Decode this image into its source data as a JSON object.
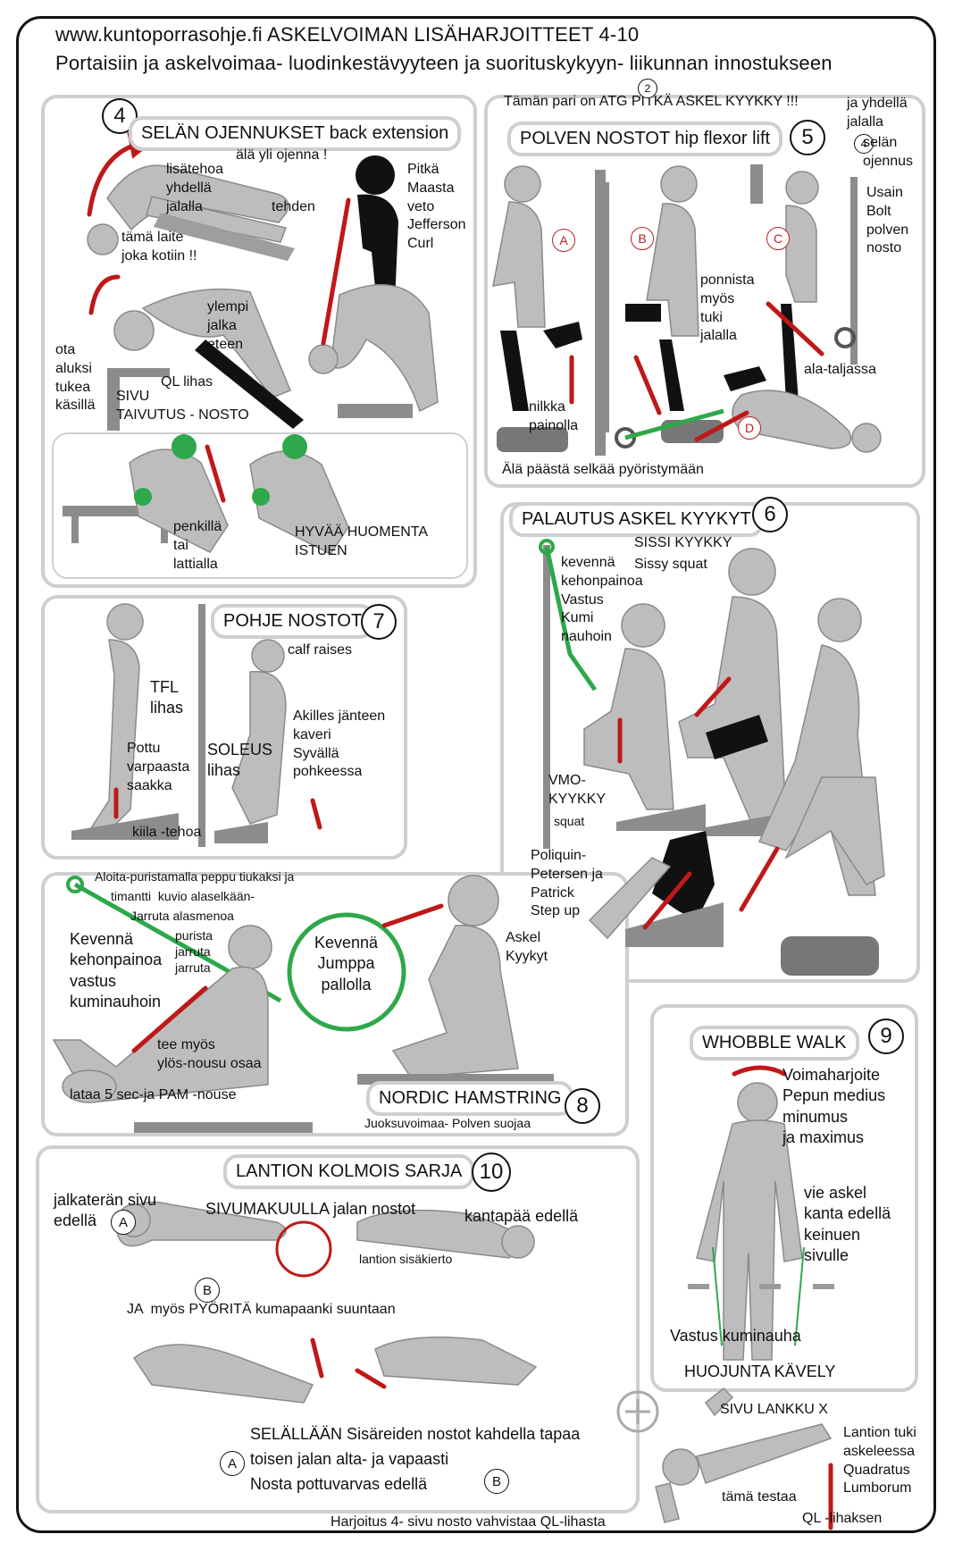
{
  "header": {
    "line1": "www.kuntoporrasohje.fi ASKELVOIMAN LISÄHARJOITTEET 4-10",
    "line2": "Portaisiin ja askelvoimaa- luodinkestävyyteen ja suorituskykyyn- liikunnan innostukseen"
  },
  "p4": {
    "num": "4",
    "title": "SELÄN OJENNUKSET back extension",
    "warn": "älä yli ojenna !",
    "t1": "lisätehoa\nyhdellä\njalalla",
    "t2": "tehden",
    "t3": "tämä laite\njoka kotiin !!",
    "t4": "Pitkä\nMaasta\nveto\nJefferson\nCurl",
    "t5": "ylempi\njalka\neteen",
    "t6": "ota\naluksi\ntukea\nkäsillä",
    "t7": "QL lihas",
    "t8": "SIVU\nTAIVUTUS - NOSTO",
    "t9": "penkillä\ntai\nlattialla",
    "t10": "HYVÄÄ HUOMENTA\nISTUEN"
  },
  "p5": {
    "num": "5",
    "top": "Tämän pari on ATG PITKÄ ASKEL KYYKKY !!!",
    "top_num": "2",
    "title": "POLVEN NOSTOT hip flexor lift",
    "side1": "ja yhdellä\njalalla",
    "side_num": "4",
    "side2": "selän\nojennus",
    "bolt": "Usain\nBolt\npolven\nnosto",
    "push": "ponnista\nmyös\ntuki\njalalla",
    "pulley": "ala-taljassa",
    "ankle": "nilkka\npainolla",
    "bottom": "Älä päästä selkää pyöristymään",
    "labels": [
      "A",
      "B",
      "C",
      "D"
    ]
  },
  "p6": {
    "num": "6",
    "title": "PALAUTUS ASKEL KYYKYT",
    "sissi1": "SISSI KYYKKY",
    "sissi2": "Sissy squat",
    "t1": "kevennä\nkehonpainoa\nVastus\nKumi\nnauhoin",
    "vmo": "VMO-\nKYYKKY",
    "squat": "squat",
    "poliquin": "Poliquin-\nPetersen ja\nPatrick\nStep up",
    "askel": "Askel\nKyykyt"
  },
  "p7": {
    "num": "7",
    "title": "POHJE NOSTOT",
    "sub": "calf raises",
    "tfl": "TFL\nlihas",
    "pottu": "Pottu\nvarpaasta\nsaakka",
    "soleus": "SOLEUS\nlihas",
    "akilles": "Akilles jänteen\nkaveri\nSyvällä\npohkeessa",
    "kiila": "kiila -tehoa"
  },
  "p8": {
    "num": "8",
    "top1": "Aloita-puristamalla peppu tiukaksi ja",
    "top2": "timantti  kuvio alaselkään-",
    "top3": "Jarruta alasmenoa",
    "t1": "Kevennä\nkehonpainoa\nvastus\nkuminauhoin",
    "t2": "purista\njarruta\njarruta",
    "ball": "Kevennä\nJumppa\npallolla",
    "also": "tee myös\nylös-nousu osaa",
    "lataa": "lataa 5 sec-ja PAM -nouse",
    "title": "NORDIC HAMSTRING",
    "sub": "Juoksuvoimaa- Polven suojaa"
  },
  "p9": {
    "num": "9",
    "title": "WHOBBLE WALK",
    "t1": "Voimaharjoite\nPepun medius\nminumus\nja maximus",
    "t2": "vie askel\nkanta edellä\nkeinuen\nsivulle",
    "band": "Vastus kuminauha",
    "footer": "HUOJUNTA KÄVELY"
  },
  "p10": {
    "num": "10",
    "title": "LANTION KOLMOIS SARJA",
    "t1": "jalkaterän sivu\nedellä",
    "t2": "SIVUMAKUULLA jalan nostot",
    "t3": "kantapää edellä",
    "t4": "lantion sisäkierto",
    "t5": "JA  myös PYÖRITÄ kumapaanki suuntaan",
    "t6": "SELÄLLÄÄN Sisäreiden nostot kahdella tapaa",
    "t7": "toisen jalan alta- ja vapaasti",
    "t8": "Nosta pottuvarvas edellä",
    "labels": [
      "A",
      "B",
      "B",
      "A"
    ]
  },
  "plank": {
    "title": "SIVU LANKKU X",
    "t1": "Lantion tuki\naskeleessa\nQuadratus\nLumborum",
    "t2": "tämä testaa",
    "t3": "QL -lihaksen",
    "bottom": "Harjoitus 4- sivu nosto vahvistaa QL-lihasta"
  }
}
